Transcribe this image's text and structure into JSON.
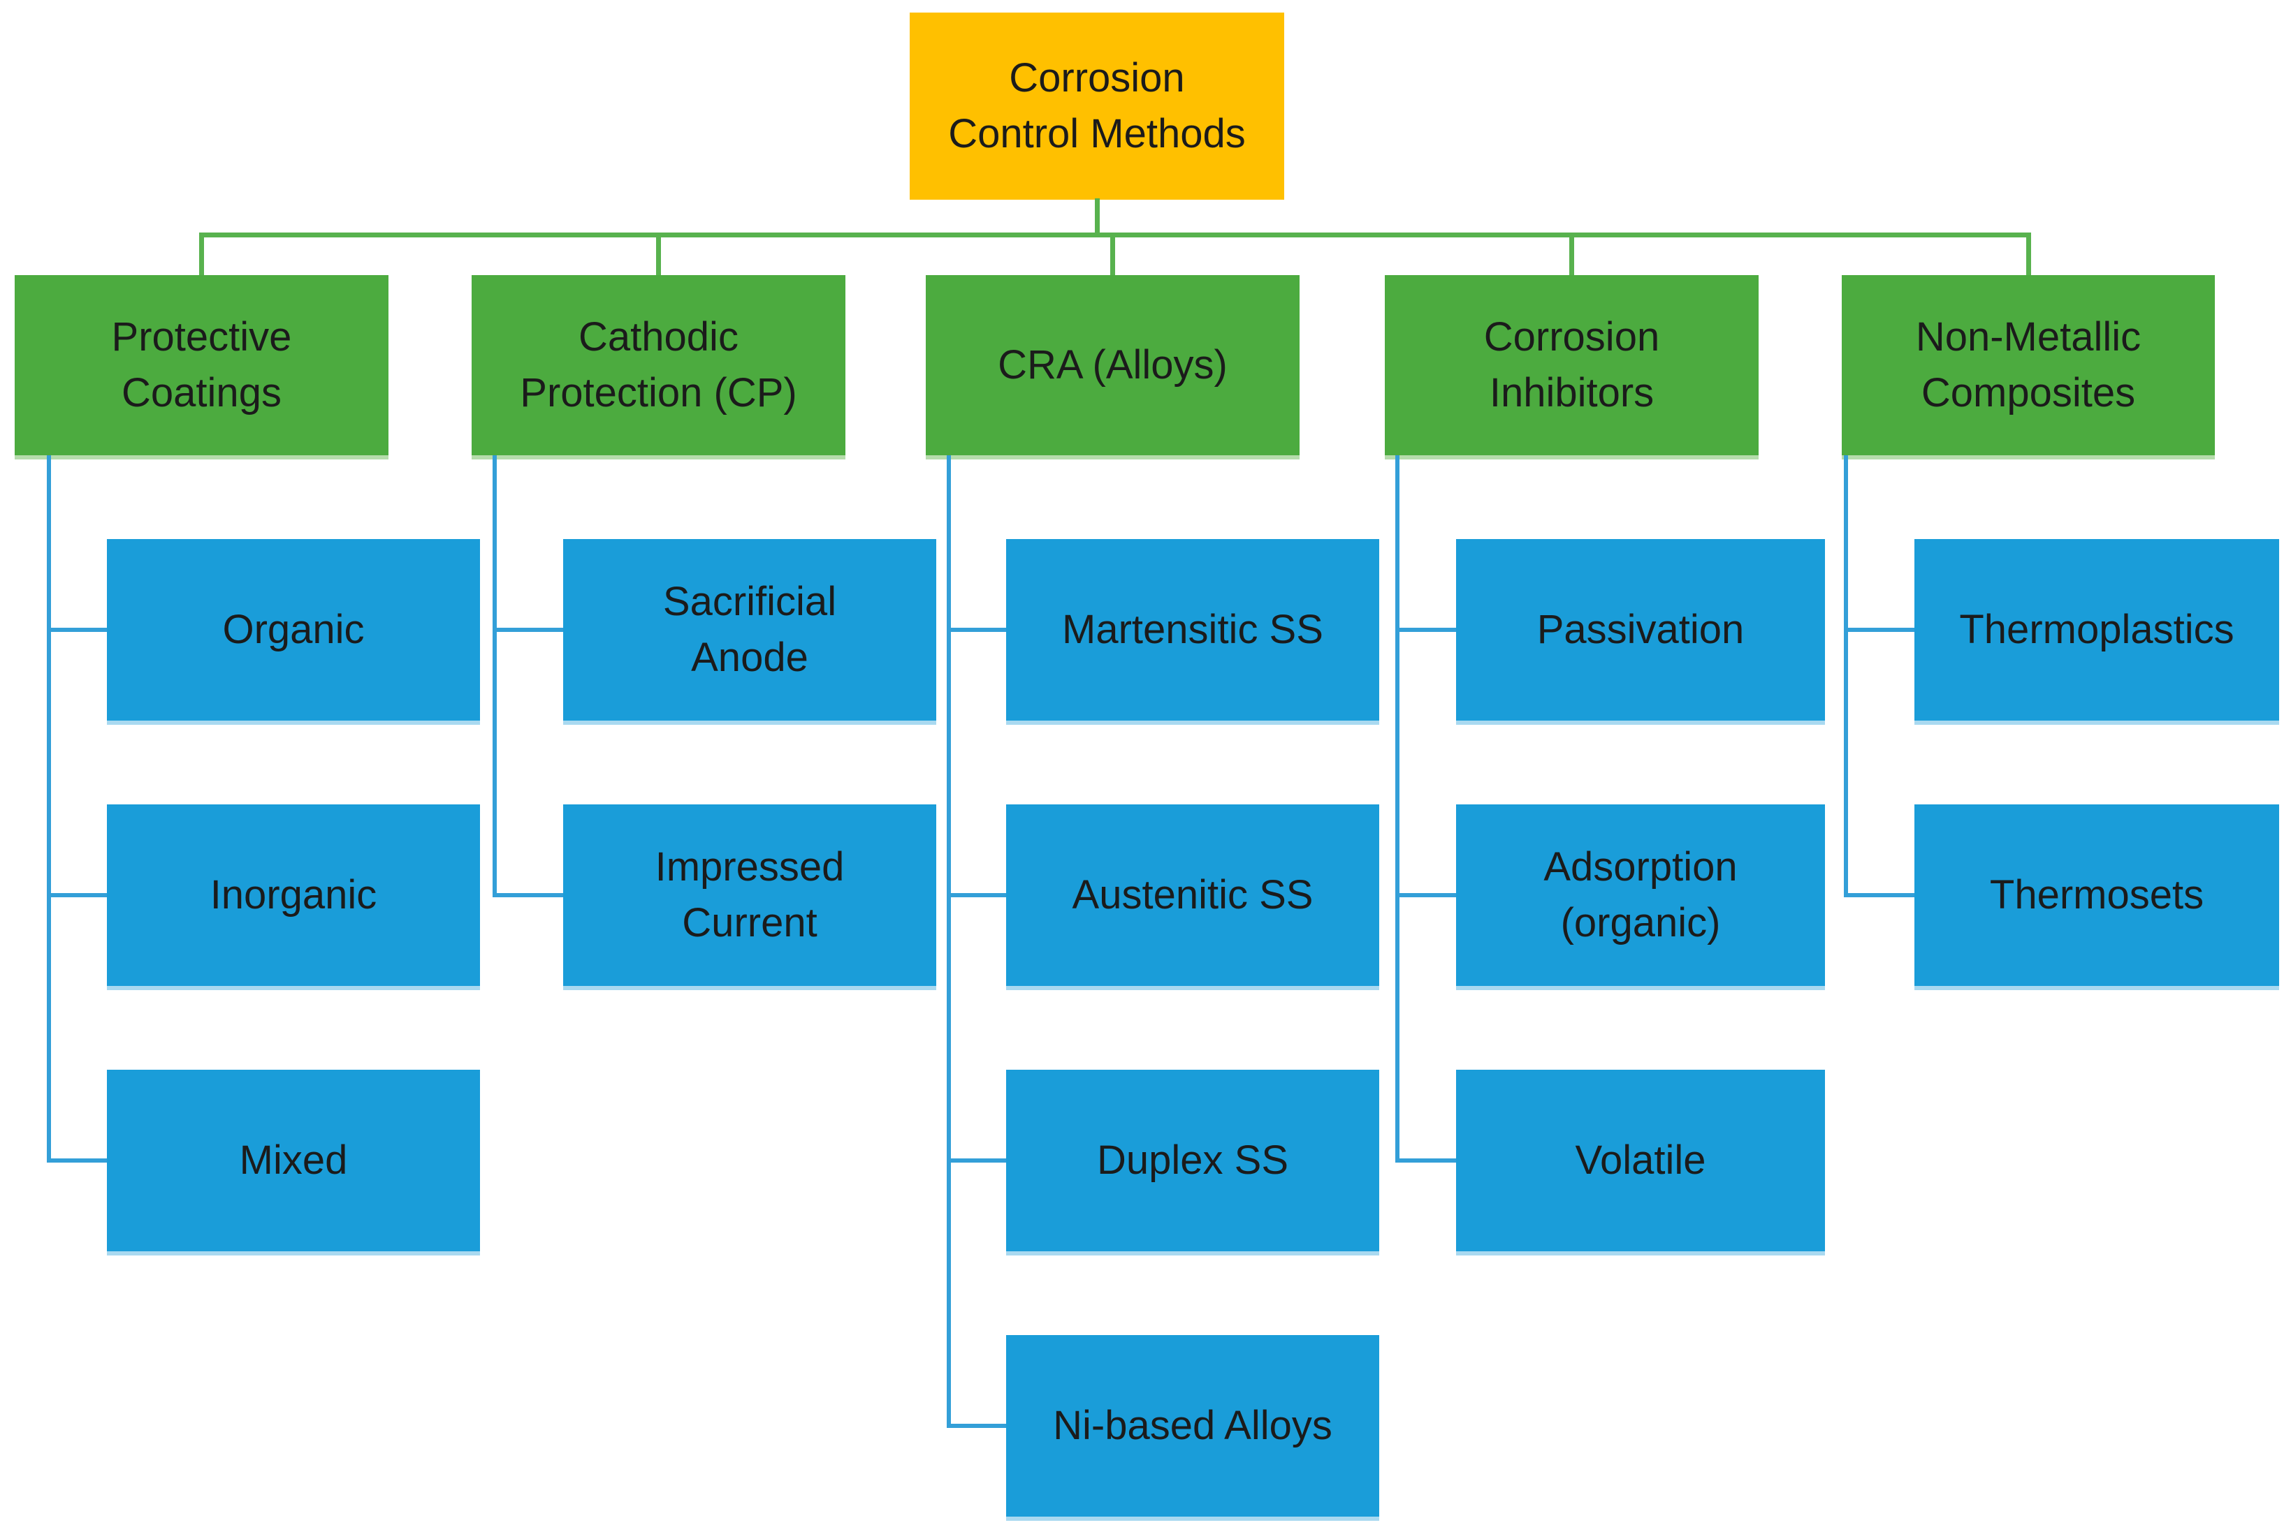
{
  "title": "Corrosion Control Methods diagram",
  "colors": {
    "root_fill": "#ffc000",
    "branch_fill": "#4cab3f",
    "leaf_fill": "#1a9dd9",
    "branch_line": "#58b24e",
    "leaf_line": "#339fd8",
    "text": "#1b1b1b"
  },
  "root": {
    "label": "Corrosion\nControl Methods"
  },
  "branches": [
    {
      "label": "Protective\nCoatings",
      "children": [
        "Organic",
        "Inorganic",
        "Mixed"
      ]
    },
    {
      "label": "Cathodic\nProtection (CP)",
      "children": [
        "Sacrificial\nAnode",
        "Impressed\nCurrent"
      ]
    },
    {
      "label": "CRA (Alloys)",
      "children": [
        "Martensitic SS",
        "Austenitic SS",
        "Duplex SS",
        "Ni-based Alloys"
      ]
    },
    {
      "label": "Corrosion\nInhibitors",
      "children": [
        "Passivation",
        "Adsorption\n(organic)",
        "Volatile"
      ]
    },
    {
      "label": "Non-Metallic\nComposites",
      "children": [
        "Thermoplastics",
        "Thermosets"
      ]
    }
  ]
}
